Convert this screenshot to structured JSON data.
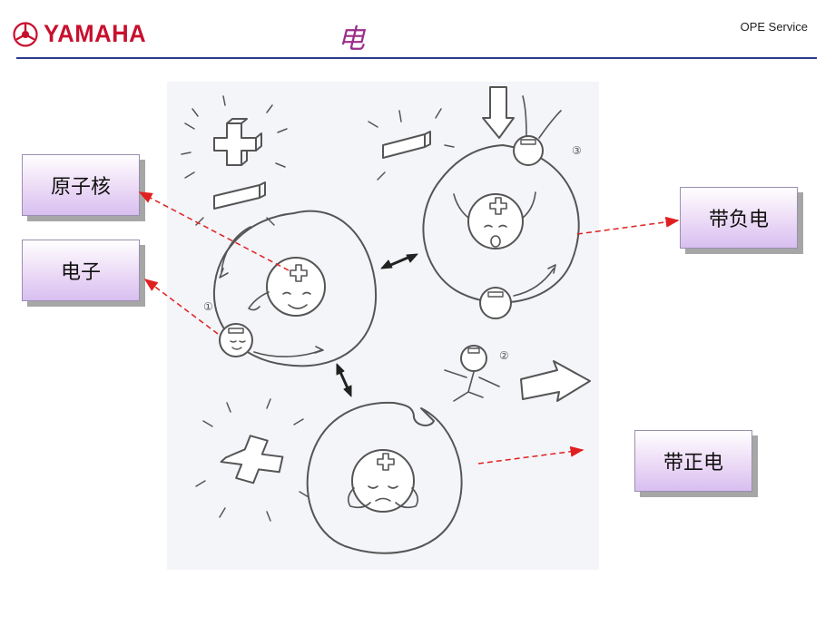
{
  "header": {
    "brand": "YAMAHA",
    "title": "电",
    "service": "OPE Service"
  },
  "labels": {
    "nucleus": "原子核",
    "electron": "电子",
    "negative": "带负电",
    "positive": "带正电"
  },
  "illustration": {
    "markers": [
      "①",
      "②",
      "③"
    ]
  },
  "colors": {
    "brand_red": "#c8102e",
    "title_purple": "#9b2d8a",
    "rule_blue": "#2b3b8c",
    "arrow_red": "#e02020",
    "box_fill_bottom": "#d8bff0"
  }
}
